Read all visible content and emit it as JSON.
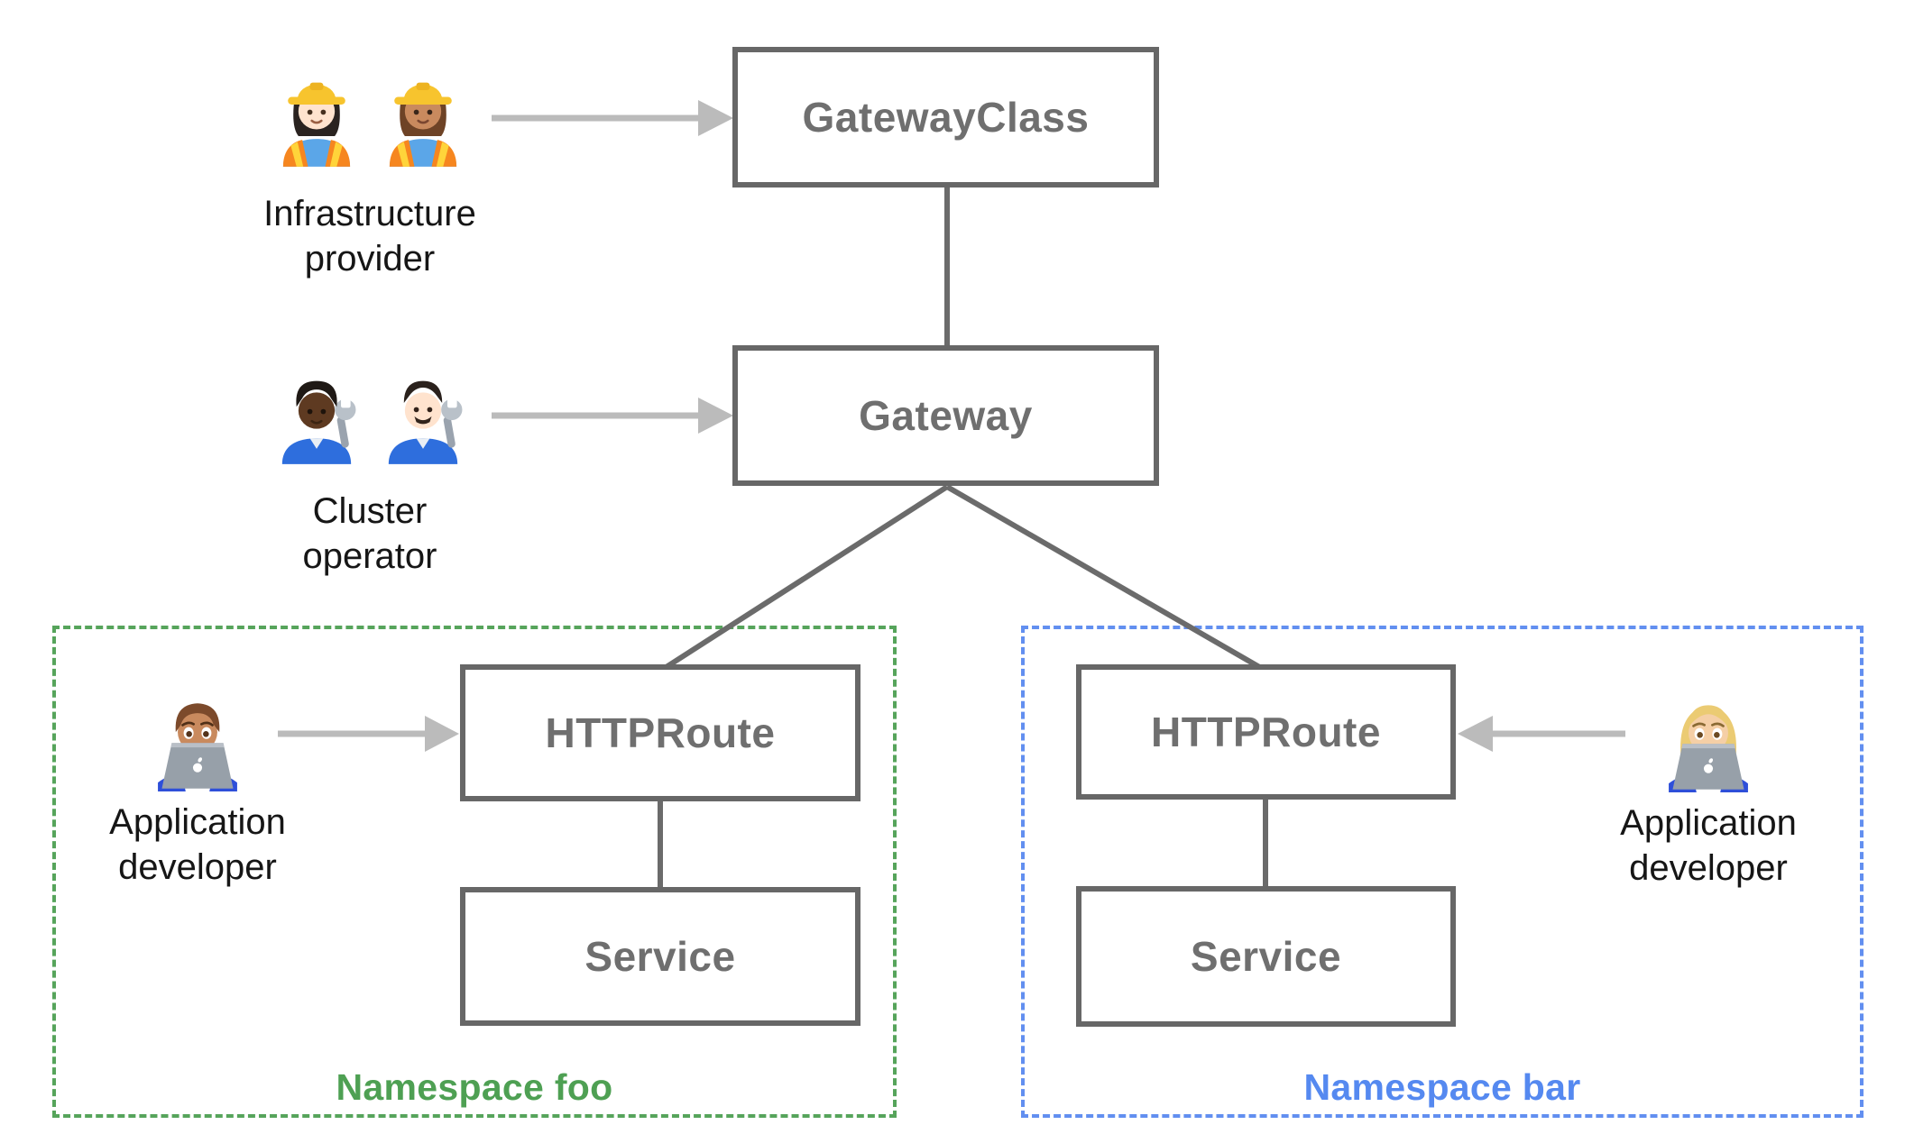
{
  "nodes": {
    "gatewayclass": "GatewayClass",
    "gateway": "Gateway",
    "httproute_foo": "HTTPRoute",
    "service_foo": "Service",
    "httproute_bar": "HTTPRoute",
    "service_bar": "Service"
  },
  "namespaces": {
    "foo": {
      "label": "Namespace foo",
      "accent": "#56A45B"
    },
    "bar": {
      "label": "Namespace bar",
      "accent": "#628FF0"
    }
  },
  "personas": {
    "infrastructure_provider": {
      "label": "Infrastructure\nprovider",
      "icons": [
        "woman-construction-worker-light-skin-emoji",
        "woman-construction-worker-medium-skin-emoji"
      ],
      "points_to": "GatewayClass"
    },
    "cluster_operator": {
      "label": "Cluster\noperator",
      "icons": [
        "mechanic-dark-skin-emoji",
        "man-mechanic-light-skin-emoji"
      ],
      "points_to": "Gateway"
    },
    "application_developer_foo": {
      "label": "Application\ndeveloper",
      "icons": [
        "man-technologist-emoji"
      ],
      "points_to": "HTTPRoute (Namespace foo)"
    },
    "application_developer_bar": {
      "label": "Application\ndeveloper",
      "icons": [
        "woman-technologist-emoji"
      ],
      "points_to": "HTTPRoute (Namespace bar)"
    }
  },
  "edges": [
    {
      "from": "GatewayClass",
      "to": "Gateway"
    },
    {
      "from": "Gateway",
      "to": "HTTPRoute (Namespace foo)"
    },
    {
      "from": "Gateway",
      "to": "HTTPRoute (Namespace bar)"
    },
    {
      "from": "HTTPRoute (Namespace foo)",
      "to": "Service (Namespace foo)"
    },
    {
      "from": "HTTPRoute (Namespace bar)",
      "to": "Service (Namespace bar)"
    }
  ],
  "colors": {
    "node_border": "#676767",
    "node_text": "#6f6f6f",
    "connector": "#6b6b6b",
    "arrow": "#bbbbbb",
    "namespace_foo_accent": "#56A45B",
    "namespace_bar_accent": "#628FF0",
    "persona_text": "#161616",
    "background": "#ffffff"
  }
}
